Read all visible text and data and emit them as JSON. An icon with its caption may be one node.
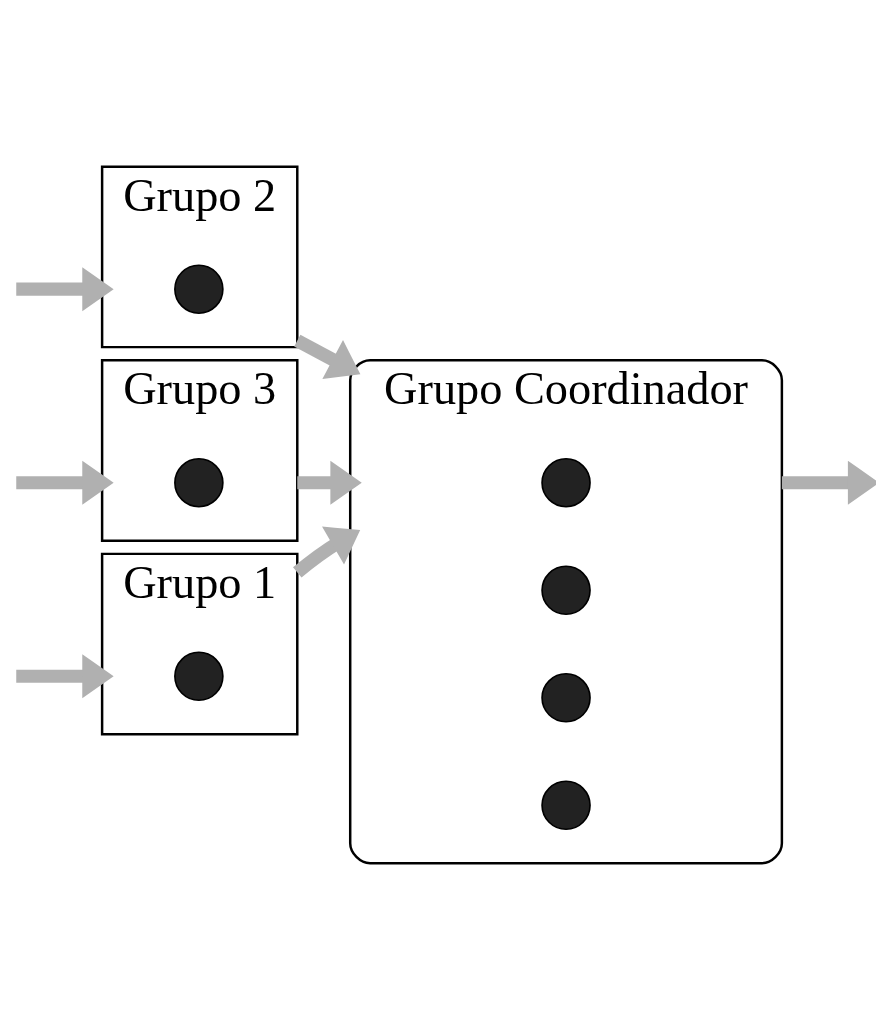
{
  "diagram": {
    "nodes": [
      {
        "text": [
          "Grupo 1"
        ]
      },
      {
        "text": [],
        "shape": "circle",
        "in": 0
      },
      {
        "text": [
          "Grupo 2"
        ]
      },
      {
        "text": [],
        "shape": "circle",
        "in": 2
      },
      {
        "text": [
          "Grupo 3"
        ]
      },
      {
        "text": [],
        "shape": "circle",
        "in": 4
      },
      {
        "text": [
          "Grupo Coordinador"
        ]
      },
      {
        "text": [],
        "shape": "circle",
        "in": 6
      },
      {
        "text": [],
        "shape": "circle",
        "in": 6
      },
      {
        "text": [],
        "shape": "circle",
        "in": 6
      },
      {
        "text": [],
        "shape": "circle",
        "in": 6
      }
    ],
    "edges": [
      {
        "from": null,
        "to": 0,
        "arrow": "to"
      },
      {
        "from": null,
        "to": 2,
        "arrow": "to"
      },
      {
        "from": null,
        "to": 4,
        "arrow": "to"
      },
      {
        "from": 0,
        "to": 6,
        "arrow": "to"
      },
      {
        "from": 2,
        "to": 6,
        "arrow": "to"
      },
      {
        "from": 4,
        "to": 6,
        "arrow": "to"
      },
      {
        "from": 6,
        "to": null,
        "arrow": "to"
      }
    ]
  }
}
